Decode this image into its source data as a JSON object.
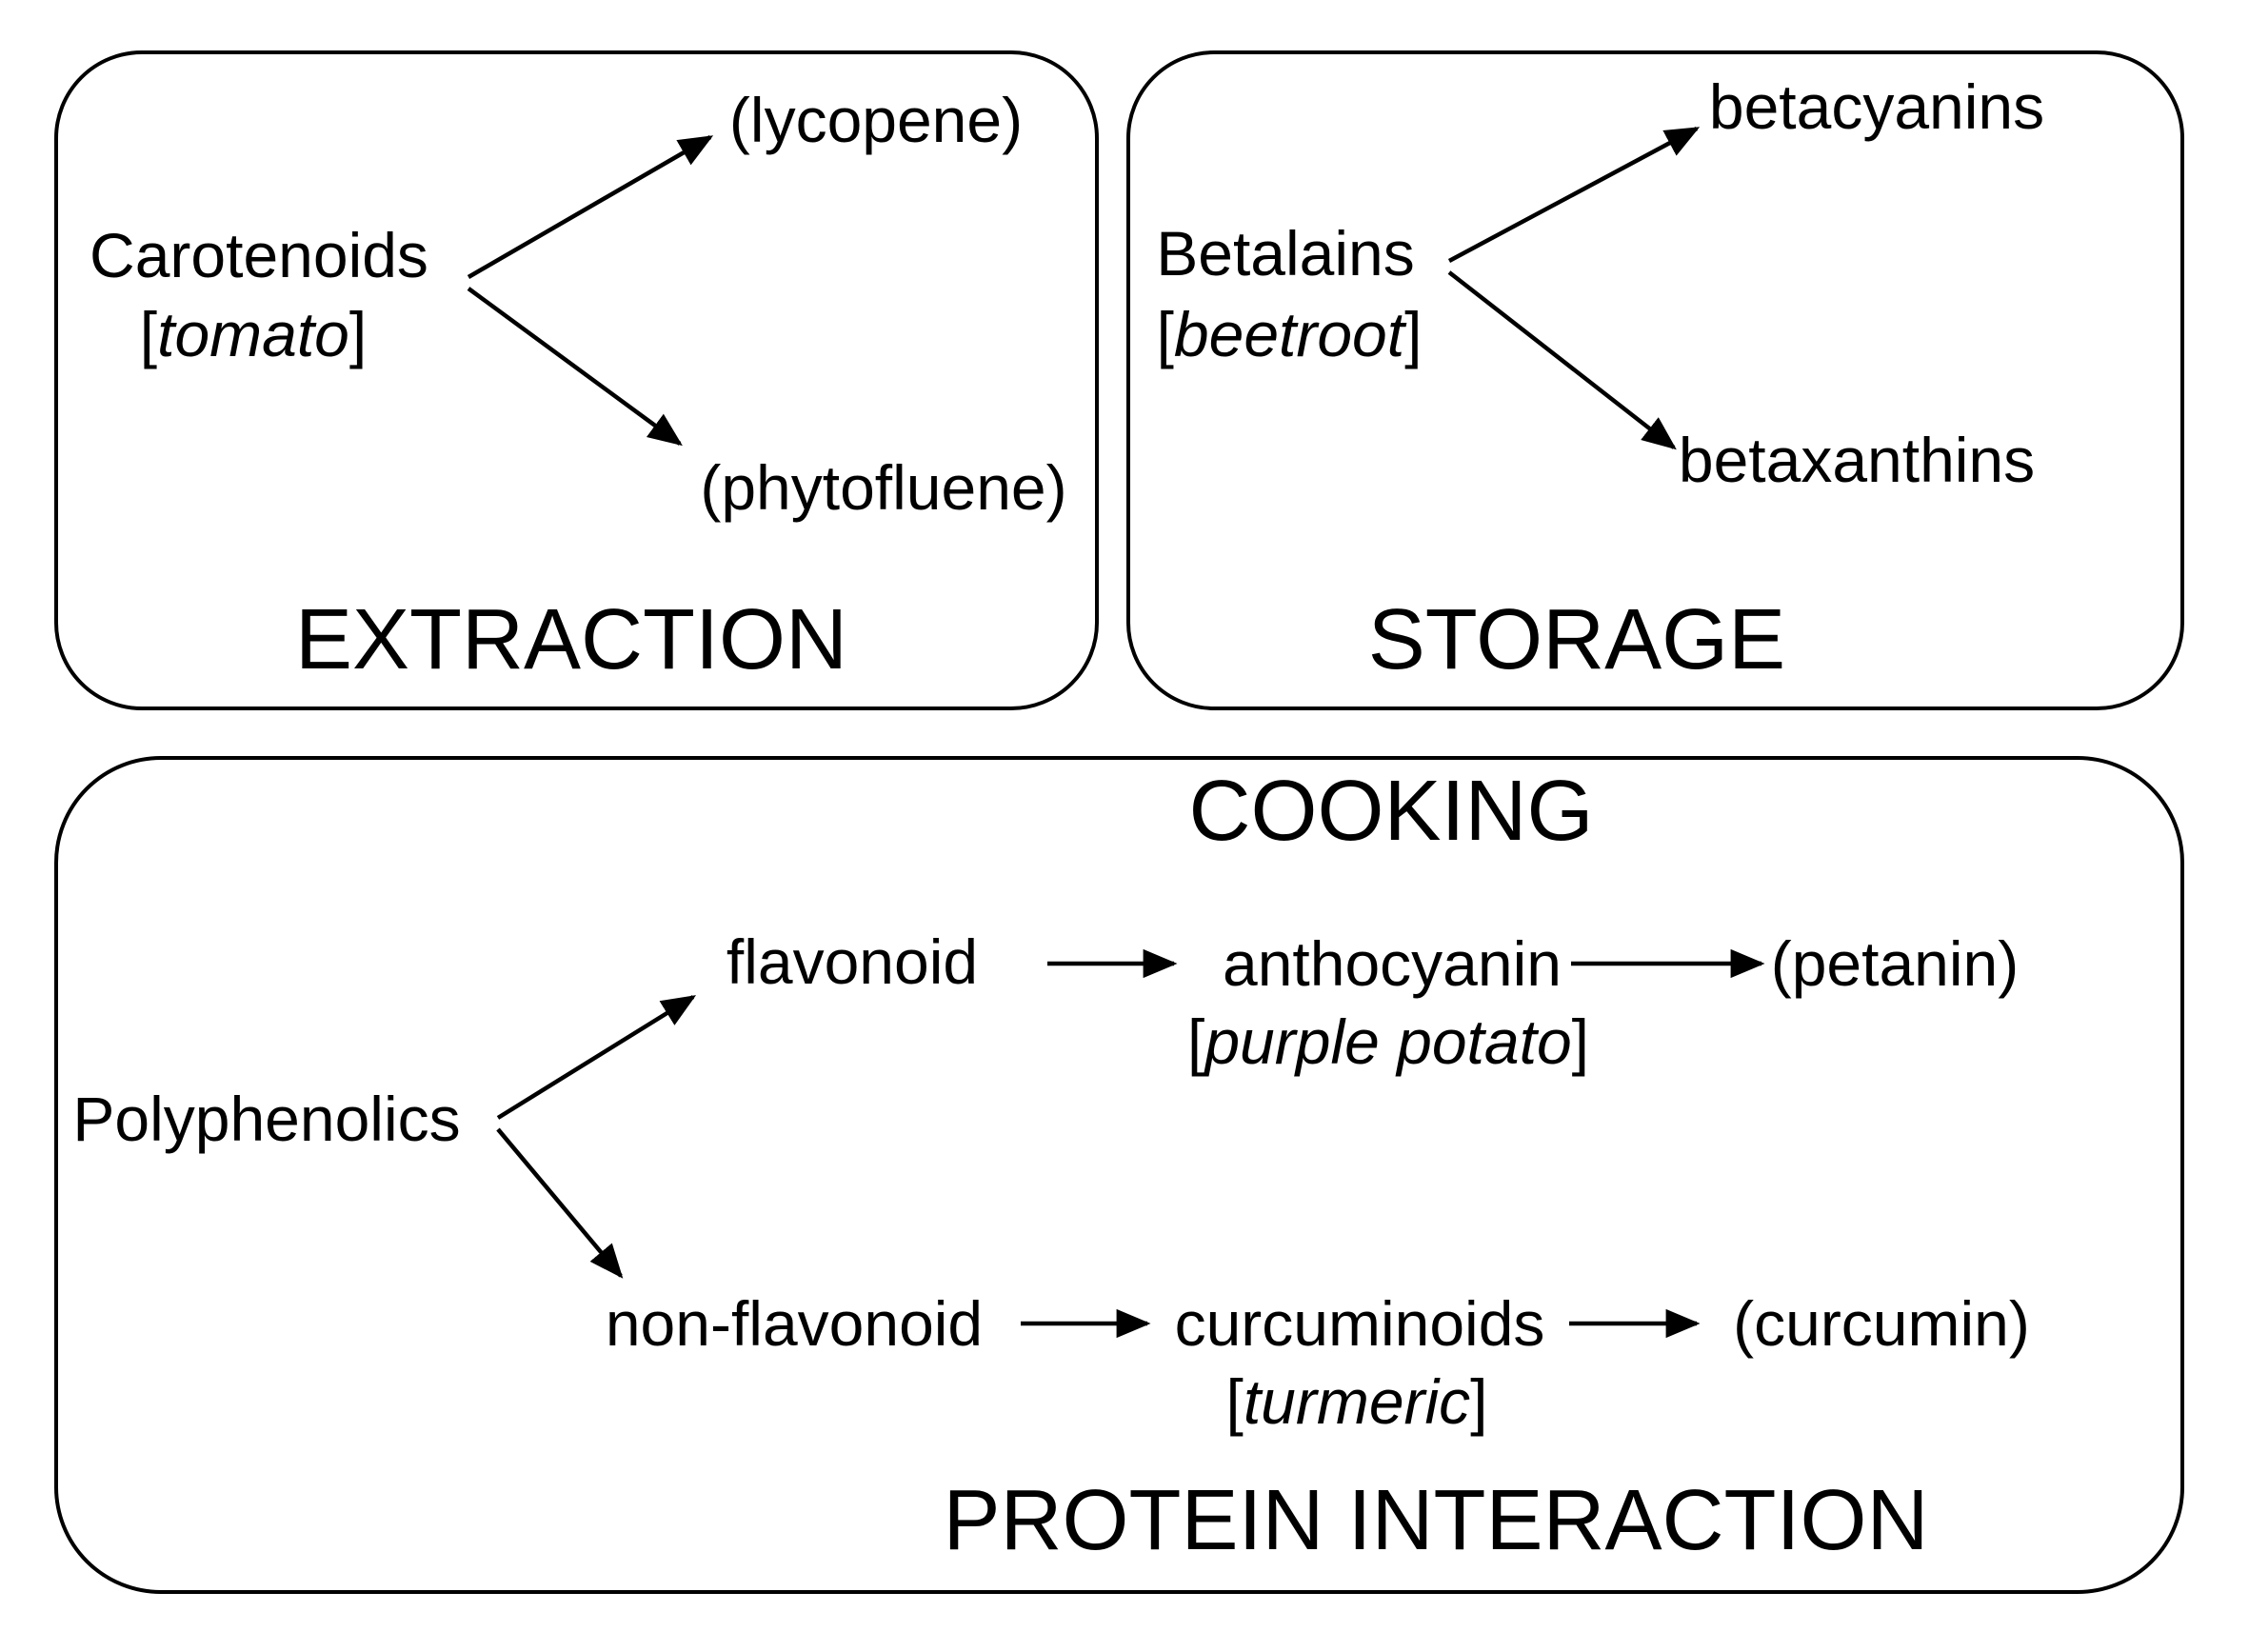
{
  "colors": {
    "ink": "#000000",
    "paper": "#ffffff"
  },
  "punctuation": {
    "bracket_open": "[",
    "bracket_close": "]"
  },
  "extraction": {
    "section_label": "EXTRACTION",
    "source": "Carotenoids",
    "source_origin": "tomato",
    "target_top": "(lycopene)",
    "target_bottom": "(phytofluene)"
  },
  "storage": {
    "section_label": "STORAGE",
    "source": "Betalains",
    "source_origin": "beetroot",
    "target_top": "betacyanins",
    "target_bottom": "betaxanthins"
  },
  "cooking": {
    "section_label_top": "COOKING",
    "section_label_bottom": "PROTEIN INTERACTION",
    "source": "Polyphenolics",
    "branch_top": {
      "step1": "flavonoid",
      "step2": "anthocyanin",
      "step2_origin": "purple potato",
      "step3": "(petanin)"
    },
    "branch_bottom": {
      "step1": "non-flavonoid",
      "step2": "curcuminoids",
      "step2_origin": "turmeric",
      "step3": "(curcumin)"
    }
  }
}
